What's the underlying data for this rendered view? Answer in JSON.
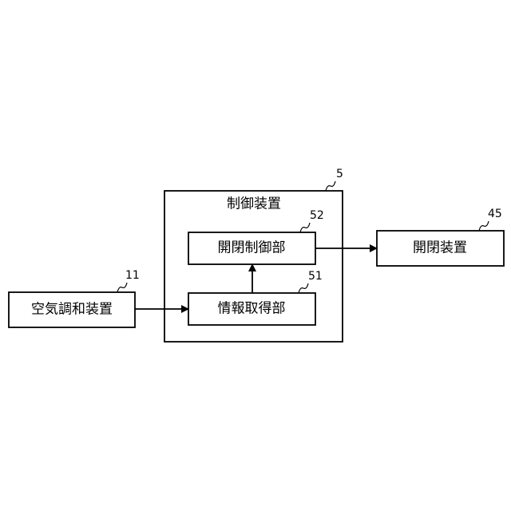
{
  "diagram": {
    "colors": {
      "stroke": "#000000",
      "background": "#ffffff"
    },
    "blocks": {
      "control_device": {
        "title": "制御装置",
        "ref": "5"
      },
      "open_close_control": {
        "label": "開閉制御部",
        "ref": "52"
      },
      "info_acquisition": {
        "label": "情報取得部",
        "ref": "51"
      },
      "air_conditioner": {
        "label": "空気調和装置",
        "ref": "11"
      },
      "open_close_device": {
        "label": "開閉装置",
        "ref": "45"
      }
    },
    "connections": [
      {
        "from": "air_conditioner",
        "to": "info_acquisition"
      },
      {
        "from": "info_acquisition",
        "to": "open_close_control"
      },
      {
        "from": "open_close_control",
        "to": "open_close_device"
      }
    ]
  }
}
